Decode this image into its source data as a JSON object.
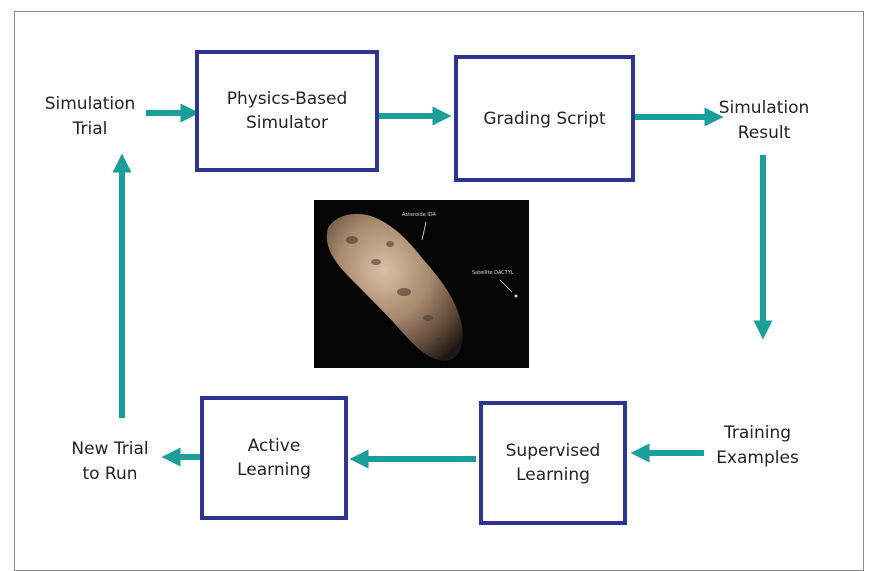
{
  "nodes": {
    "physics_simulator": "Physics-Based\nSimulator",
    "grading_script": "Grading Script",
    "active_learning": "Active\nLearning",
    "supervised_learning": "Supervised\nLearning"
  },
  "labels": {
    "simulation_trial": "Simulation\nTrial",
    "simulation_result": "Simulation\nResult",
    "training_examples": "Training\nExamples",
    "new_trial": "New Trial\nto Run"
  },
  "photo": {
    "caption_asteroid": "Asteroide IDA",
    "caption_satellite": "Satellite DACTYL"
  },
  "colors": {
    "box_border": "#2d3592",
    "arrow": "#1a9e99",
    "frame": "#8a8a8a"
  }
}
